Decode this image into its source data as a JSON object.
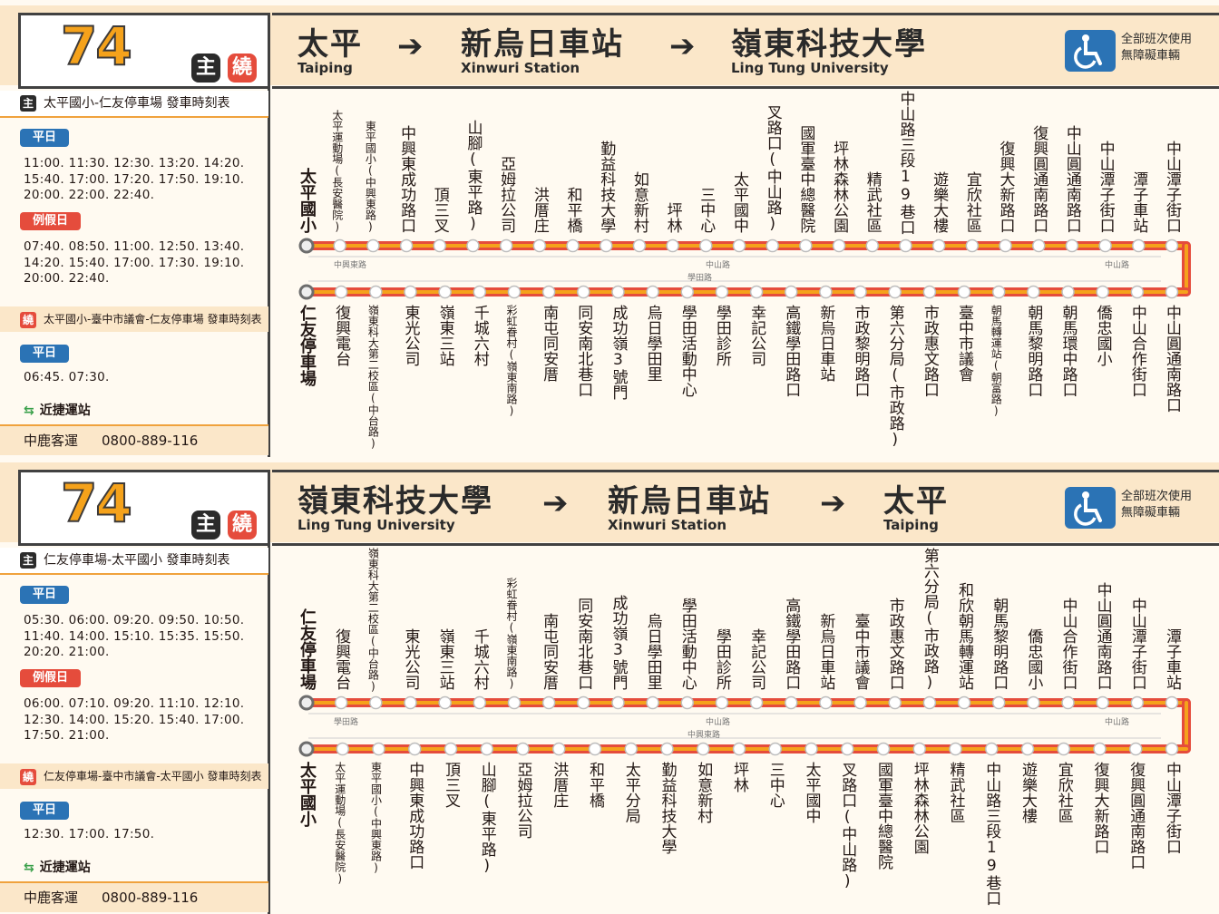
{
  "panels": [
    {
      "route_number": "74",
      "badge_main": "主",
      "badge_loop": "繞",
      "header": {
        "from_zh": "太平",
        "from_en": "Taiping",
        "via_zh": "新烏日車站",
        "via_en": "Xinwuri Station",
        "to_zh": "嶺東科技大學",
        "to_en": "Ling Tung University"
      },
      "accessible_line1": "全部班次使用",
      "accessible_line2": "無障礙車輛",
      "main_schedule_title": "太平國小-仁友停車場  發車時刻表",
      "weekday_label": "平日",
      "holiday_label": "例假日",
      "main_weekday_times": [
        "11:00. 11:30. 12:30. 13:20. 14:20.",
        "15:40. 17:00. 17:20. 17:50. 19:10.",
        "20:00. 22:00. 22:40."
      ],
      "main_holiday_times": [
        "07:40. 08:50. 11:00. 12:50. 13:40.",
        "14:20. 15:40. 17:00. 17:30. 19:10.",
        "20:00. 22:40."
      ],
      "loop_schedule_title": "太平國小-臺中市議會-仁友停車場 發車時刻表",
      "loop_weekday_times": [
        "06:45. 07:30."
      ],
      "near_station": "近捷運站",
      "operator": "中鹿客運",
      "phone": "0800-889-116",
      "top_stops": [
        "太平國小",
        "太平運動場(長安醫院)",
        "東平國小(中興東路)",
        "中興東成功路口",
        "頂三叉",
        "山腳(東平路)",
        "亞姆拉公司",
        "洪厝庄",
        "和平橋",
        "勤益科技大學",
        "如意新村",
        "坪林",
        "三中心",
        "太平國中",
        "叉路口(中山路)",
        "國軍臺中總醫院",
        "坪林森林公園",
        "精武社區",
        "中山路三段19巷口",
        "遊樂大樓",
        "宜欣社區",
        "復興大新路口",
        "復興圓通南路口",
        "中山圓通南路口",
        "中山潭子街口",
        "潭子車站",
        "中山潭子街口"
      ],
      "bottom_stops": [
        "仁友停車場",
        "復興電台",
        "嶺東科大第二校區(中台路)",
        "東光公司",
        "嶺東三站",
        "千城六村",
        "彩虹眷村(嶺東南路)",
        "南屯同安厝",
        "同安南北巷口",
        "成功嶺3號門",
        "烏日學田里",
        "學田活動中心",
        "學田診所",
        "幸記公司",
        "高鐵學田路口",
        "新烏日車站",
        "市政黎明路口",
        "第六分局(市政路)",
        "市政惠文路口",
        "臺中市議會",
        "朝馬轉運站(朝富路)",
        "朝馬黎明路口",
        "朝馬環中路口",
        "僑忠國小",
        "中山合作街口",
        "中山圓通南路口"
      ],
      "road_labels": [
        "中興東路",
        "中山路",
        "學田路",
        "中山路"
      ]
    },
    {
      "route_number": "74",
      "badge_main": "主",
      "badge_loop": "繞",
      "header": {
        "from_zh": "嶺東科技大學",
        "from_en": "Ling Tung University",
        "via_zh": "新烏日車站",
        "via_en": "Xinwuri Station",
        "to_zh": "太平",
        "to_en": "Taiping"
      },
      "accessible_line1": "全部班次使用",
      "accessible_line2": "無障礙車輛",
      "main_schedule_title": "仁友停車場-太平國小  發車時刻表",
      "weekday_label": "平日",
      "holiday_label": "例假日",
      "main_weekday_times": [
        "05:30. 06:00. 09:20. 09:50. 10:50.",
        "11:40. 14:00. 15:10. 15:35. 15:50.",
        "20:20. 21:00."
      ],
      "main_holiday_times": [
        "06:00. 07:10. 09:20. 11:10. 12:10.",
        "12:30. 14:00. 15:20. 15:40. 17:00.",
        "17:50. 21:00."
      ],
      "loop_schedule_title": "仁友停車場-臺中市議會-太平國小 發車時刻表",
      "loop_weekday_times": [
        "12:30. 17:00. 17:50."
      ],
      "near_station": "近捷運站",
      "operator": "中鹿客運",
      "phone": "0800-889-116",
      "top_stops": [
        "仁友停車場",
        "復興電台",
        "嶺東科大第二校區(中台路)",
        "東光公司",
        "嶺東三站",
        "千城六村",
        "彩虹眷村(嶺東南路)",
        "南屯同安厝",
        "同安南北巷口",
        "成功嶺3號門",
        "烏日學田里",
        "學田活動中心",
        "學田診所",
        "幸記公司",
        "高鐵學田路口",
        "新烏日車站",
        "臺中市議會",
        "市政惠文路口",
        "第六分局(市政路)",
        "和欣朝馬轉運站",
        "朝馬黎明路口",
        "僑忠國小",
        "中山合作街口",
        "中山圓通南路口",
        "中山潭子街口",
        "潭子車站"
      ],
      "bottom_stops": [
        "太平國小",
        "太平運動場(長安醫院)",
        "東平國小(中興東路)",
        "中興東成功路口",
        "頂三叉",
        "山腳(東平路)",
        "亞姆拉公司",
        "洪厝庄",
        "和平橋",
        "太平分局",
        "勤益科技大學",
        "如意新村",
        "坪林",
        "三中心",
        "太平國中",
        "叉路口(中山路)",
        "國軍臺中總醫院",
        "坪林森林公園",
        "精武社區",
        "中山路三段19巷口",
        "遊樂大樓",
        "宜欣社區",
        "復興大新路口",
        "復興圓通南路口",
        "中山潭子街口"
      ],
      "road_labels": [
        "學田路",
        "中山路",
        "中興東路",
        "中山路"
      ]
    }
  ],
  "colors": {
    "route_red": "#e54c3c",
    "route_orange": "#f5a21b",
    "weekday_blue": "#2b73b5",
    "holiday_red": "#e54c3c",
    "header_bg": "#fbe7c9"
  }
}
